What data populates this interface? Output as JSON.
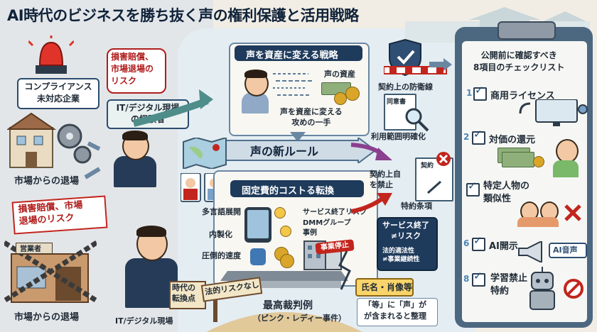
{
  "title": "AI時代のビジネスを勝ち抜く声の権利保護と活用戦略",
  "left": {
    "compliance_label": "コンプライアンス\n未対応企業",
    "risk_bubble": "損害賠償、\n市場退場の\nリスク",
    "experienced_label": "IT/デジタル現場\nの経験者",
    "exit_label_1": "市場からの退場",
    "risk_banner": "損害賠償、市場\n退場のリスク",
    "shop_sign": "営業者",
    "exit_label_2": "市場からの退場",
    "turning_point": "時代の\n転換点",
    "it_field": "IT/デジタル現場"
  },
  "center": {
    "asset_header": "声を資産に変える戦略",
    "voice_asset": "声の資産",
    "asset_caption": "声を資産に変える\n攻めの一手",
    "new_rule": "声の新ルール",
    "cost_header": "固定費的コストる転換",
    "features": [
      "多言語展開",
      "内製化",
      "圧倒的速度"
    ],
    "service_risk": "サービス終了リスク",
    "dmm_case": "DMMグループ\n事例",
    "service_stop": "事業停止",
    "risk_box_title": "サービス終了\n≠リスク",
    "risk_box_body": "法的適法性\n≠事業継続性",
    "no_legal_risk": "法的リスクなし",
    "court_title": "最高裁判例",
    "court_sub": "（ピンク・レディー事件）",
    "name_likeness": "氏名・肖像等",
    "name_note": "「等」に「声」が\nが含まれると整理"
  },
  "right_mid": {
    "defense_label": "契約上の防衛線",
    "doc_label": "同意書",
    "usage_scope": "利用範囲明確化",
    "contract_doc": "契約",
    "self_ban": "契約上自\nを禁止",
    "contract_terms": "特約条項"
  },
  "checklist": {
    "title": "公開前に確認すべき\n8項目のチェックリスト",
    "items": [
      {
        "num": "1",
        "label": "商用ライセンス"
      },
      {
        "num": "2",
        "label": "対価の還元"
      },
      {
        "num": "",
        "label": "特定人物の\n類似性"
      },
      {
        "num": "6",
        "label": "AI開示"
      },
      {
        "num": "8",
        "label": "学習禁止\n特約"
      }
    ],
    "ai_voice_tag": "AI音声"
  },
  "colors": {
    "navy": "#1f3b5c",
    "red": "#c2251d",
    "teal_arrow": "#4e8d8a",
    "gold": "#d9a62a"
  }
}
